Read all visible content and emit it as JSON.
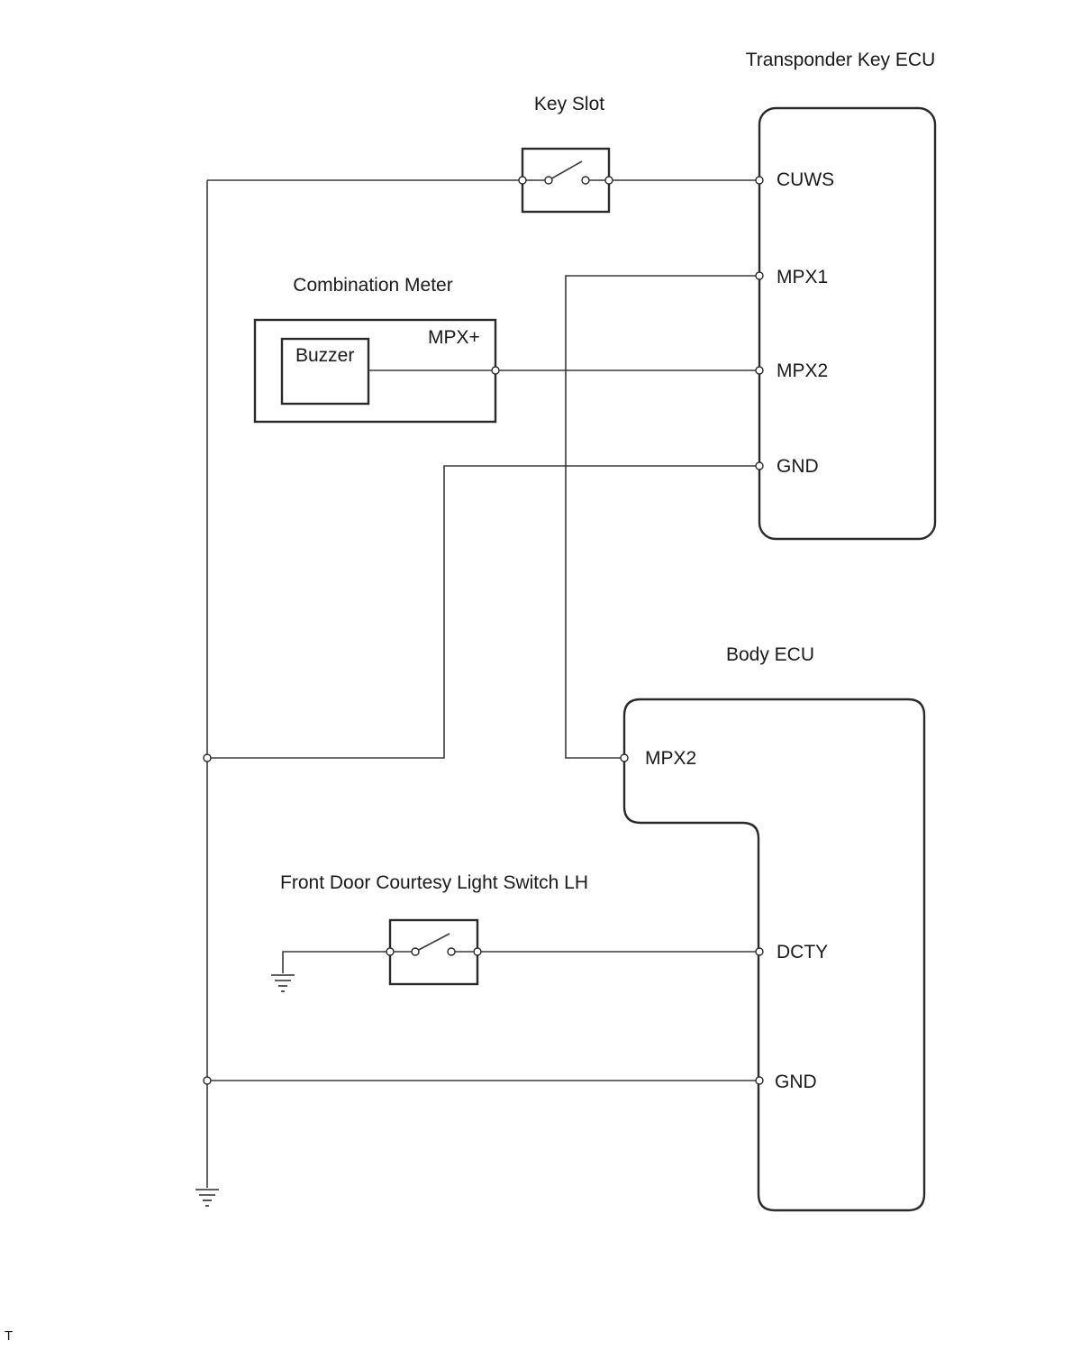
{
  "diagram": {
    "components": {
      "transponder_key_ecu": {
        "title": "Transponder Key ECU",
        "pins": {
          "cuws": "CUWS",
          "mpx1": "MPX1",
          "mpx2": "MPX2",
          "gnd": "GND"
        }
      },
      "key_slot": {
        "title": "Key Slot"
      },
      "combination_meter": {
        "title": "Combination Meter",
        "buzzer": "Buzzer",
        "pin_mpx_plus": "MPX+"
      },
      "body_ecu": {
        "title": "Body ECU",
        "pins": {
          "mpx2": "MPX2",
          "dcty": "DCTY",
          "gnd": "GND"
        }
      },
      "front_door_switch": {
        "title": "Front Door Courtesy Light Switch LH"
      }
    },
    "footer_mark": "T",
    "connections": [
      {
        "from": "Key Slot",
        "to": "Transponder Key ECU CUWS"
      },
      {
        "from": "Key Slot",
        "to": "Ground bus"
      },
      {
        "from": "Transponder Key ECU MPX1",
        "to": "Body ECU MPX2"
      },
      {
        "from": "Combination Meter MPX+",
        "to": "Transponder Key ECU MPX2"
      },
      {
        "from": "Transponder Key ECU GND",
        "to": "Ground bus"
      },
      {
        "from": "Front Door Courtesy Light Switch LH",
        "to": "Body ECU DCTY"
      },
      {
        "from": "Body ECU GND",
        "to": "Ground bus"
      }
    ]
  }
}
